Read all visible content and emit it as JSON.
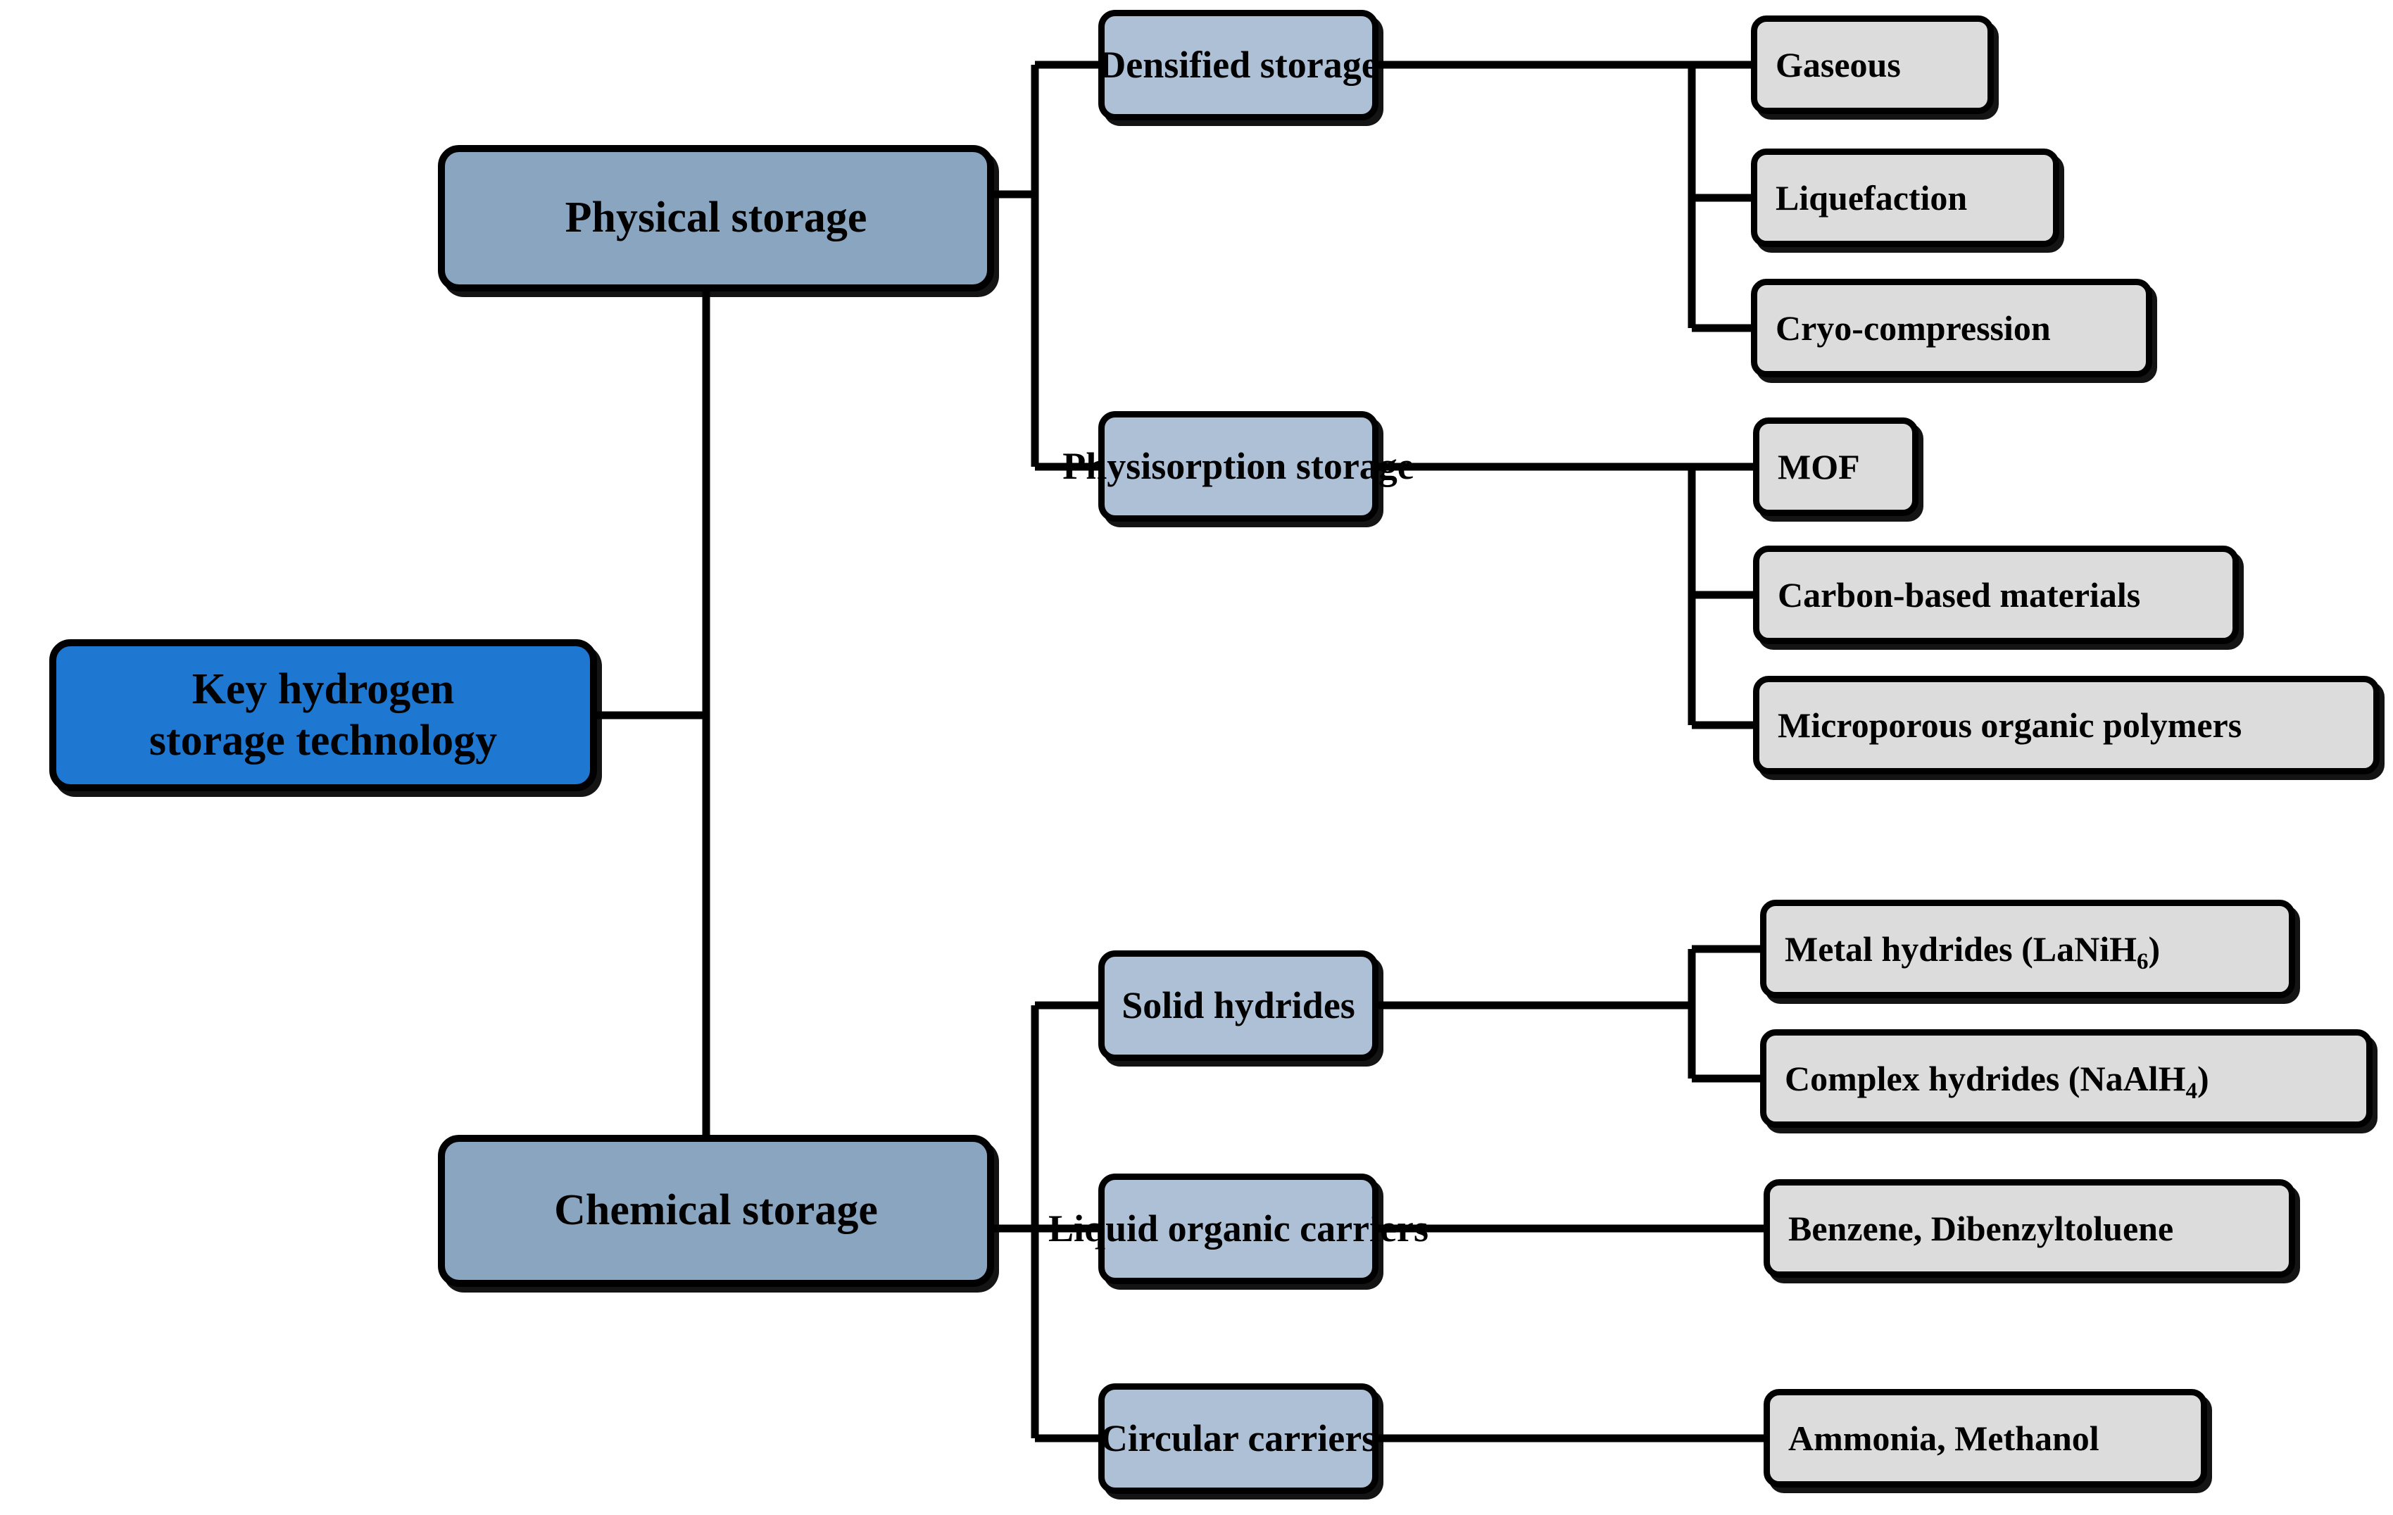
{
  "diagram": {
    "title": "Key hydrogen storage technology",
    "type": "hierarchy-tree",
    "colors": {
      "root_fill": "#1E77D0",
      "level1_fill": "#89A5C0",
      "level2_fill": "#AEC0D6",
      "leaf_fill": "#DCDCDC",
      "border": "#000000",
      "background": "#FFFFFF",
      "connector": "#000000"
    }
  },
  "root": {
    "label": "Key hydrogen storage technology",
    "line1": "Key hydrogen",
    "line2": "storage technology"
  },
  "branches": [
    {
      "label": "Physical storage",
      "children": [
        {
          "label": "Densified storage",
          "leaves": [
            {
              "label": "Gaseous"
            },
            {
              "label": "Liquefaction"
            },
            {
              "label": "Cryo-compression"
            }
          ]
        },
        {
          "label": "Physisorption storage",
          "leaves": [
            {
              "label": "MOF"
            },
            {
              "label": "Carbon-based materials"
            },
            {
              "label": "Microporous organic polymers"
            }
          ]
        }
      ]
    },
    {
      "label": "Chemical storage",
      "children": [
        {
          "label": "Solid hydrides",
          "leaves": [
            {
              "label": "Metal hydrides (LaNiH6)",
              "prefix": "Metal hydrides (LaNiH",
              "sub": "6",
              "suffix": ")"
            },
            {
              "label": "Complex hydrides (NaAlH4)",
              "prefix": "Complex hydrides (NaAlH",
              "sub": "4",
              "suffix": ")"
            }
          ]
        },
        {
          "label": "Liquid organic carriers",
          "leaves": [
            {
              "label": "Benzene, Dibenzyltoluene"
            }
          ]
        },
        {
          "label": "Circular carriers",
          "leaves": [
            {
              "label": "Ammonia, Methanol"
            }
          ]
        }
      ]
    }
  ]
}
